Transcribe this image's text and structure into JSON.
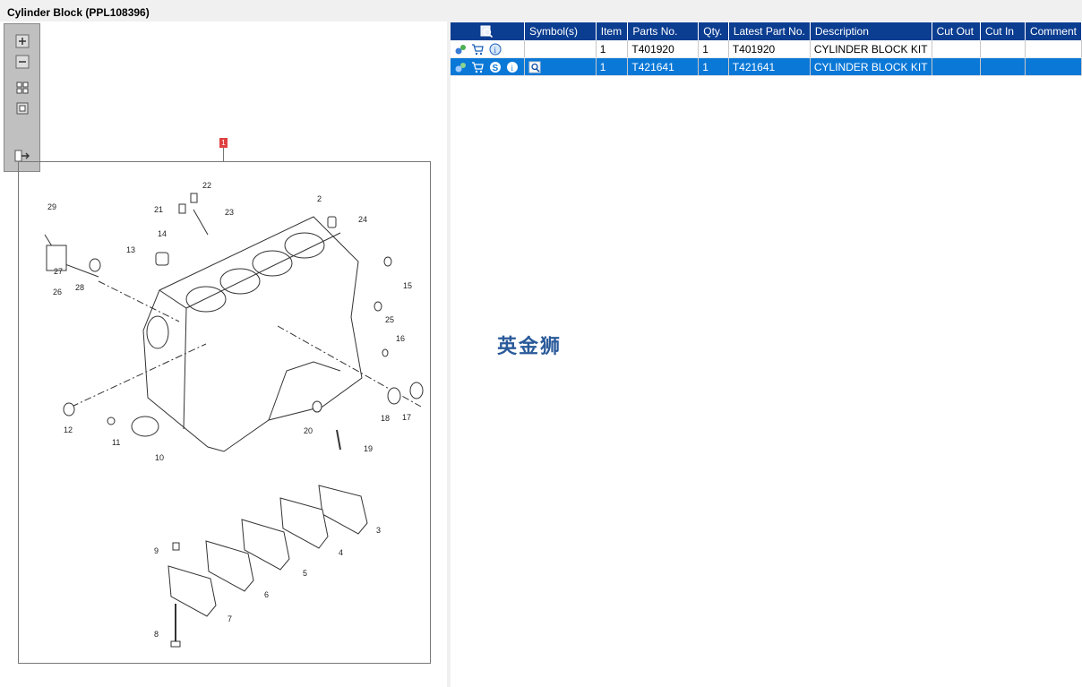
{
  "window": {
    "title": "Cylinder Block (PPL108396)"
  },
  "toolbar": {
    "tools": [
      "zoom-in-icon",
      "zoom-out-icon",
      "fit-all-icon",
      "fit-window-icon",
      "export-icon"
    ]
  },
  "drawing": {
    "callout_main": "1",
    "labels": [
      "2",
      "3",
      "4",
      "5",
      "6",
      "7",
      "8",
      "9",
      "10",
      "11",
      "12",
      "13",
      "14",
      "15",
      "16",
      "17",
      "18",
      "19",
      "20",
      "21",
      "22",
      "23",
      "24",
      "25",
      "26",
      "27",
      "28",
      "29"
    ]
  },
  "parts_table": {
    "headers": {
      "search": "",
      "symbols": "Symbol(s)",
      "item": "Item",
      "parts_no": "Parts No.",
      "qty": "Qty.",
      "latest": "Latest Part No.",
      "description": "Description",
      "cut_out": "Cut Out",
      "cut_in": "Cut In",
      "comment": "Comment"
    },
    "rows": [
      {
        "item": "1",
        "parts_no": "T401920",
        "qty": "1",
        "latest": "T401920",
        "description": "CYLINDER BLOCK KIT",
        "cut_out": "",
        "cut_in": "",
        "comment": "",
        "selected": false
      },
      {
        "item": "1",
        "parts_no": "T421641",
        "qty": "1",
        "latest": "T421641",
        "description": "CYLINDER BLOCK KIT",
        "cut_out": "",
        "cut_in": "",
        "comment": "",
        "selected": true
      }
    ]
  },
  "watermark": "英金狮",
  "colors": {
    "header": "#0b3d91",
    "selection": "#0a78d7",
    "callout": "#e04040"
  }
}
